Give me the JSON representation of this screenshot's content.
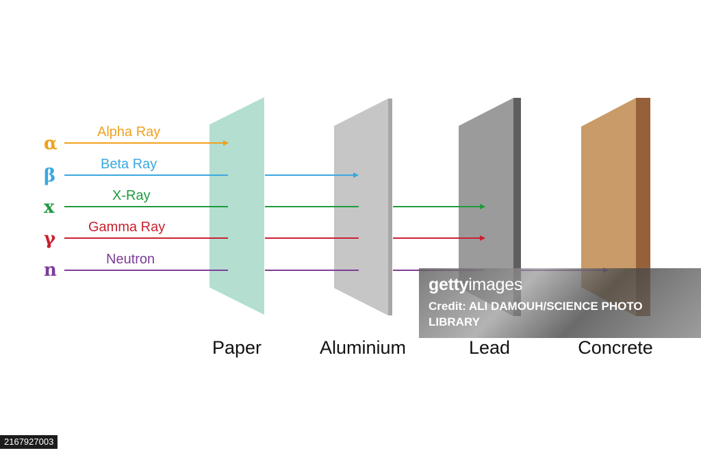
{
  "rays": [
    {
      "symbol": "α",
      "label": "Alpha Ray",
      "color": "#f0a020"
    },
    {
      "symbol": "β",
      "label": "Beta Ray",
      "color": "#3aa8df"
    },
    {
      "symbol": "x",
      "label": "X-Ray",
      "color": "#1f9a3e"
    },
    {
      "symbol": "γ",
      "label": "Gamma Ray",
      "color": "#c8202e"
    },
    {
      "symbol": "n",
      "label": "Neutron",
      "color": "#7d3c98"
    }
  ],
  "barriers": [
    {
      "label": "Paper",
      "color": "#b3ded0"
    },
    {
      "label": "Aluminium",
      "color": "#c6c6c6"
    },
    {
      "label": "Lead",
      "color": "#9b9b9b"
    },
    {
      "label": "Concrete",
      "color": "#c99b68"
    }
  ],
  "watermark": {
    "logo_bold": "getty",
    "logo_light": "images",
    "credit": "Credit: ALI DAMOUH/SCIENCE PHOTO LIBRARY"
  },
  "image_id": "2167927003"
}
